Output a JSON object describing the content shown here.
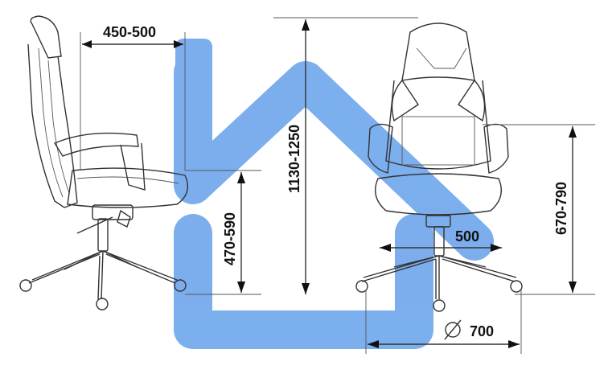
{
  "diagram": {
    "logo_color": "#4a90e8",
    "dimensions": {
      "seat_depth": "450-500",
      "total_height": "1130-1250",
      "seat_height": "470-590",
      "backrest_height": "670-790",
      "seat_width": "500",
      "base_diameter": "700",
      "diameter_symbol": "∅"
    },
    "views": [
      "side-view-chair",
      "front-view-chair"
    ]
  }
}
